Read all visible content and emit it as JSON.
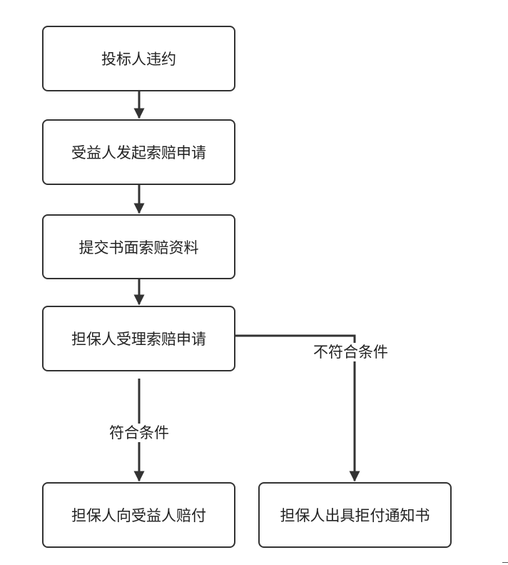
{
  "nodes": {
    "step1": "投标人违约",
    "step2": "受益人发起索赔申请",
    "step3": "提交书面索赔资料",
    "step4": "担保人受理索赔申请",
    "pay": "担保人向受益人赔付",
    "refuse": "担保人出具拒付通知书"
  },
  "edges": {
    "condition_met": "符合条件",
    "condition_not_met": "不符合条件"
  },
  "colors": {
    "stroke": "#333333",
    "text": "#222222",
    "background": "#ffffff"
  }
}
